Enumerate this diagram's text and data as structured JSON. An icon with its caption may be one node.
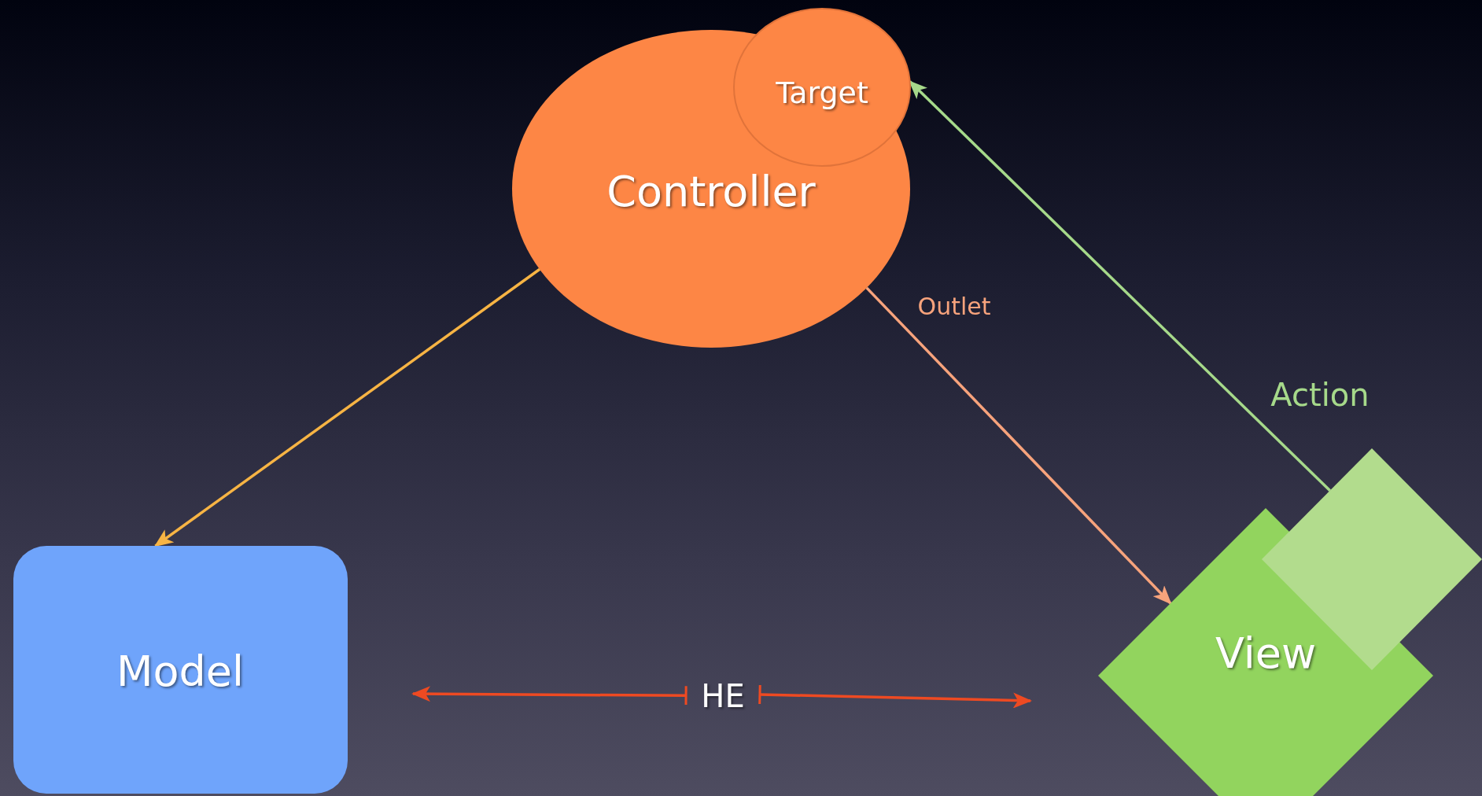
{
  "diagram": {
    "nodes": [
      {
        "text": [
          "Controller"
        ]
      },
      {
        "text": [
          "Target"
        ]
      },
      {
        "text": [
          "Model"
        ]
      },
      {
        "text": [
          "View"
        ]
      },
      {
        "text": [],
        "shape": "diamond"
      },
      {
        "text": [
          "HE"
        ]
      }
    ],
    "edges": [
      {
        "from": 0,
        "to": 2,
        "arrow": "to",
        "color": "#f7b444"
      },
      {
        "from": 0,
        "to": 3,
        "arrow": "to",
        "label": "Outlet",
        "color": "#f7a37c"
      },
      {
        "from": 4,
        "to": 1,
        "arrow": "to",
        "label": "Action",
        "color": "#a6d98a"
      },
      {
        "from": 5,
        "to": null,
        "arrow": "to",
        "color": "#ee4a22"
      },
      {
        "from": 5,
        "to": null,
        "arrow": "to",
        "color": "#ee4a22"
      }
    ]
  }
}
